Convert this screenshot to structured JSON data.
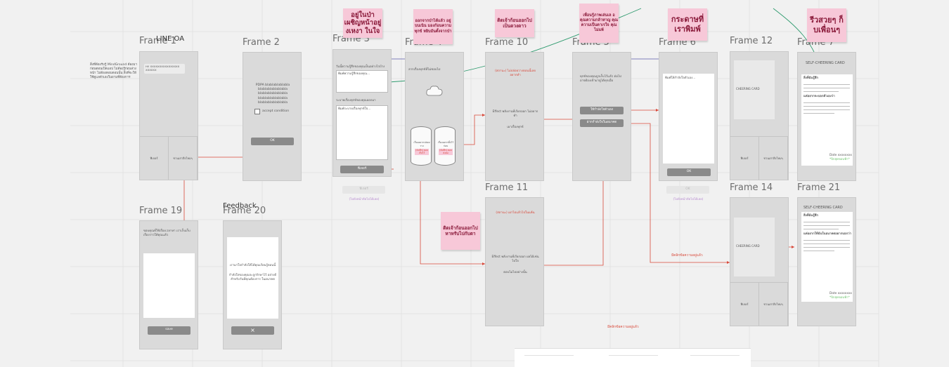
{
  "frames": {
    "f1": {
      "label": "Frame 1",
      "overlay": "LINE OA",
      "note": "สิ่งที่ต้องรับรู้ MindGround ต้องมาก่อนตอนเปิดแอป ไม่ต้องรู้ก่อนล่วงหน้า ไม่ต้องตอบตอนนั้น สิ่งที่จะให้ ใช้ดูแลตัวเองในยามที่ต้องการ",
      "chat": "Hi! XXXXXXXXXXXXXXXX XXXXXX",
      "tab1": "ฟีเจอร์",
      "tab2": "ชวนเล่าสิ่งใหม่ๆ"
    },
    "f2": {
      "label": "Frame 2",
      "pdpa": "PDPA blablablablabla blablablablablabla blablablablablabla blablablablablabla blablablablablabla",
      "accept": "accept condition",
      "ok": "OK"
    },
    "f3": {
      "label": "Frame 3",
      "q1": "วันนี้ความรู้สึกของคุณเป็นอย่างไรบ้าง",
      "p1": "พิมพ์ความรู้สึกของคุณ...",
      "q2": "ระบายเรื่องทุกข์ของคุณออกมา",
      "p2": "พิมพ์ระบายเรื่องทุกข์ใจ...",
      "btn": "ฟีเจอร์",
      "ghost_btn": "ฟีเจอร์",
      "ghost_hint": "(ไปยังหน้าถัดไปได้เลย)"
    },
    "f4": {
      "label": "Frame 4",
      "title": "ลากเรื่องทุกข์ที่ไม่ชอบไป",
      "cyl1": "เรื่องอยากปล่อยวาง",
      "cyl2": "เรื่องอยากทิ้งไว้ก่อน",
      "cyl1_inner": "(บันทึก) ตอบ เก็บไว้",
      "cyl2_inner": "(บันทึก) ตอบ ส่งต่อ"
    },
    "f10": {
      "label": "Frame 10",
      "status": "(สถานะ) ไม่ปล่อยวางตอนนี้เลย อยากทำ",
      "effect": "Effect พลังงานที่เรียกออก ไม่อยากทำ",
      "more": "เผาเรื่องทุกข์"
    },
    "f11": {
      "label": "Frame 11",
      "status": "(สถานะ) เผาไปแล้วไปในแค้น",
      "effect": "Effect พลังงานที่เรียกออก ผลได้เช่นไปใจ",
      "more": "ตอบไม่ไปอย่างนั้น"
    },
    "f5": {
      "label": "Frame 5",
      "text": "ทุกข์ของคุณถูกเก็บไว้แล้ว ต่อไปอาจต้องเข้ามาดูได้ทุกเมื่อ",
      "btn1": "ให้กำลังใจตัวเอง",
      "btn2": "ฝากกำลังใจในอนาคต"
    },
    "f6": {
      "label": "Frame 6",
      "text": "พิมพ์ให้กำลังใจตัวเอง...",
      "ok": "OK",
      "ghost_ok": "OK",
      "ghost_hint": "(ไปยังหน้าถัดไปได้เลย)"
    },
    "f12": {
      "label": "Frame 12",
      "card": "CHEERING CARD",
      "tab1": "ฟีเจอร์",
      "tab2": "ชวนเล่าสิ่งใหม่ๆ"
    },
    "f7": {
      "label": "Frame 7",
      "title": "SELF-CHEERING CARD",
      "s1": "สิ่งที่ฉันรู้สึก",
      "s2": "แค่อยากจะบอกตัวเองว่า",
      "date": "Date xxxxxxxx",
      "sign": "*ปีกสุดขอบฟ้า*"
    },
    "f14": {
      "label": "Frame 14",
      "card": "CHEERING CARD",
      "tab1": "ฟีเจอร์",
      "tab2": "ชวนเล่าสิ่งใหม่ๆ"
    },
    "f21": {
      "label": "Frame 21",
      "title": "SELF-CHEERING CARD",
      "s1": "สิ่งที่ฉันรู้สึก",
      "s2": "แค่อยากให้ฉันในอนาคตอยากบอกว่า",
      "date": "Date xxxxxxxx",
      "sign": "*ปีกสุดขอบฟ้า*"
    },
    "f19": {
      "label": "Frame 19",
      "text": "ขอบคุณที่ใช้เรื่องเวลาหา เราเก็บเก็บเรื่องราวให้คุณแล้ว",
      "save": "save"
    },
    "f20": {
      "label": "Frame 20",
      "overlay": "Feedback",
      "text1": "เรามาใจกำลังให้ได้คุณเรียนรู้ตอนนี้",
      "text2": "กำลังใจของคุณจะถูกรักษาไว้ อย่างดี สำหรับวันที่คุณต้องการ ในอนาคต",
      "close": "×"
    }
  },
  "stickies": {
    "s1": "อยู่ในป่า เผชิญหน้าอยู่ งเหงา ในใจ",
    "s2": "ออกจากป่าได้แล้ว อยู่บนเนิน มองก้อนความทุกข์ หยิบมันตั้งจากป่า",
    "s3": "ติดเจ้าก้อนออกไป เป็นดวงดาว",
    "s4": "เพื่อนรู้ภาพเล่นเล อ คุณความกล้าหาญ คุณความเป็นตาเรใจ คุณไม่แพ้",
    "s5": "กระดาษที่ เราพิมพ์",
    "s6": "รีวสวยๆ ก็ บเพื่อนๆ",
    "s7": "ติดเจ้าก้อนออกไป หาหรับไปกับตา"
  },
  "connector_labels": {
    "c1": "มีคลิกข้อความอยู่แล้ว",
    "c2": "มีคลิกข้อความอยู่แล้ว"
  },
  "colors": {
    "sticky_pink": "#f7c8d8",
    "sticky_green": "#c8ecd8",
    "connector_red": "#d8493a",
    "connector_green": "#2e9a6e",
    "frame_grey": "#dadada"
  }
}
